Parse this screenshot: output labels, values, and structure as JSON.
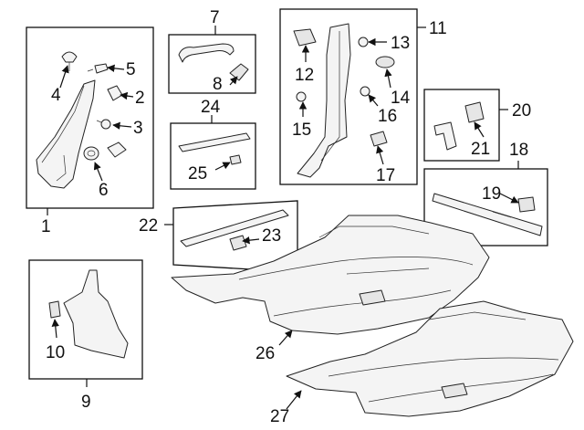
{
  "callouts": [
    "1",
    "2",
    "3",
    "4",
    "5",
    "6",
    "7",
    "8",
    "9",
    "10",
    "11",
    "12",
    "13",
    "14",
    "15",
    "16",
    "17",
    "18",
    "19",
    "20",
    "21",
    "22",
    "23",
    "24",
    "25",
    "26",
    "27"
  ],
  "colors": {
    "stroke": "#111111",
    "fill": "#f4f4f4",
    "background": "#ffffff"
  }
}
